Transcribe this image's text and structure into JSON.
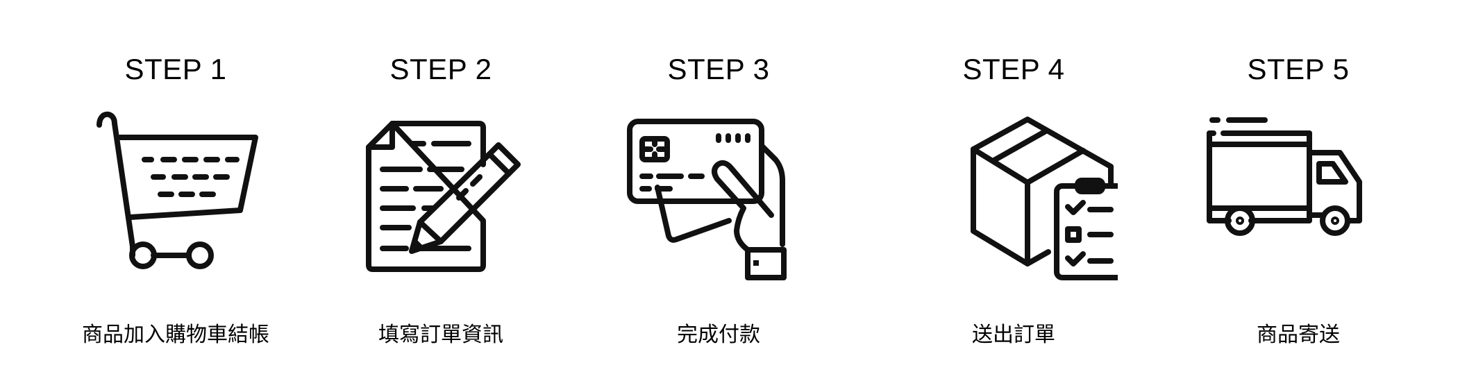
{
  "steps": [
    {
      "title": "STEP 1",
      "label": "商品加入購物車結帳",
      "icon": "shopping-cart-icon"
    },
    {
      "title": "STEP 2",
      "label": "填寫訂單資訊",
      "icon": "document-pencil-icon"
    },
    {
      "title": "STEP 3",
      "label": "完成付款",
      "icon": "card-payment-icon"
    },
    {
      "title": "STEP 4",
      "label": "送出訂單",
      "icon": "package-checklist-icon"
    },
    {
      "title": "STEP 5",
      "label": "商品寄送",
      "icon": "delivery-truck-icon"
    }
  ]
}
